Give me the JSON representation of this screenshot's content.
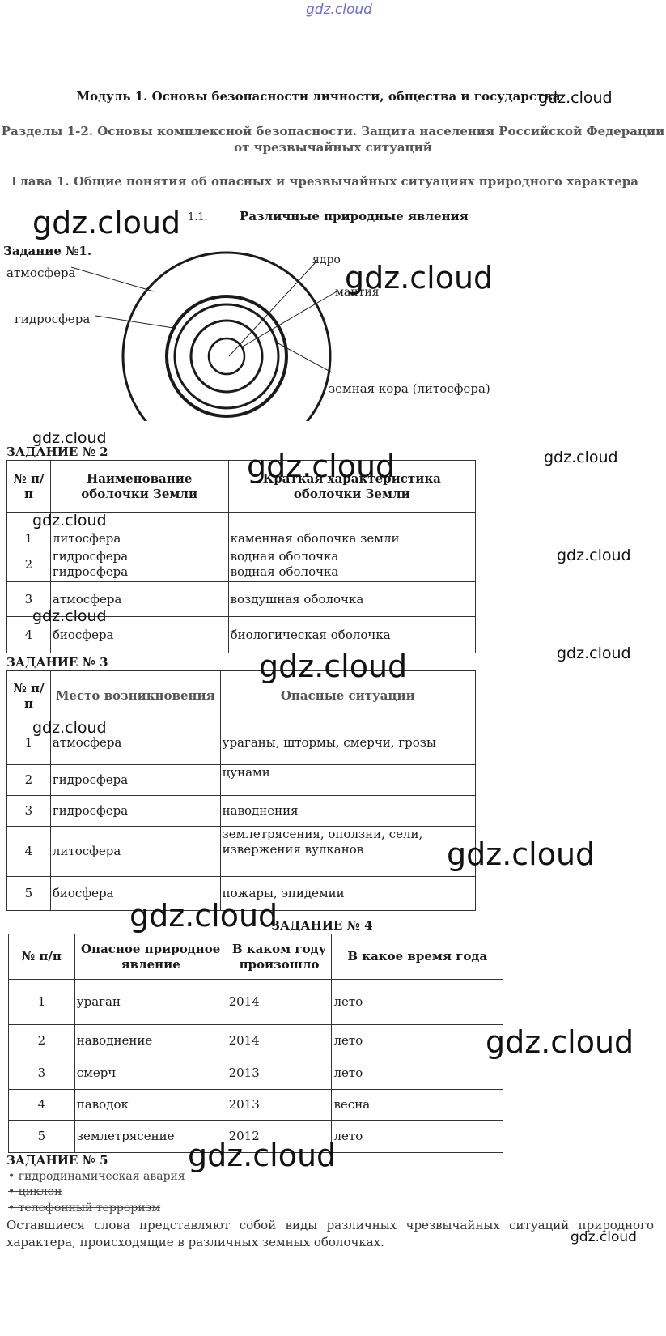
{
  "top_logo": "gdz.cloud",
  "watermark": "gdz.cloud",
  "headers": {
    "module": "Модуль 1. Основы безопасности личности, общества и государства",
    "section_line1": "Разделы 1-2. Основы комплексной безопасности. Защита населения Российской Федерации",
    "section_line2": "от чрезвычайных ситуаций",
    "chapter": "Глава 1. Общие понятия об опасных и чрезвычайных ситуациях природного характера",
    "subsection_num": "1.1.",
    "subsection_title": "Различные природные явления"
  },
  "task1": {
    "title": "Задание №1.",
    "labels": {
      "atmosphere": "атмосфера",
      "hydrosphere": "гидросфера",
      "core": "ядро",
      "mantle": "мантия",
      "crust": "земная кора (литосфера)"
    }
  },
  "task2": {
    "title": "ЗАДАНИЕ № 2",
    "headers": [
      "№ п/п",
      "Наименование оболочки Земли",
      "Краткая характеристика оболочки Земли"
    ],
    "rows": [
      {
        "num": "1",
        "name": "литосфера",
        "desc": "каменная оболочка земли"
      },
      {
        "num": "2",
        "name": "гидросфера",
        "name2": "гидросфера",
        "desc": "водная оболочка",
        "desc2": "водная оболочка"
      },
      {
        "num": "3",
        "name": "атмосфера",
        "desc": "воздушная оболочка"
      },
      {
        "num": "4",
        "name": "биосфера",
        "desc": "биологическая оболочка"
      }
    ]
  },
  "task3": {
    "title": "ЗАДАНИЕ № 3",
    "headers": [
      "№ п/п",
      "Место возникновения",
      "Опасные ситуации"
    ],
    "rows": [
      {
        "num": "1",
        "place": "атмосфера",
        "danger": "ураганы, штормы, смерчи, грозы"
      },
      {
        "num": "2",
        "place": "гидросфера",
        "danger": "цунами"
      },
      {
        "num": "3",
        "place": "гидросфера",
        "danger": "наводнения"
      },
      {
        "num": "4",
        "place": "литосфера",
        "danger": "землетрясения, оползни, сели,",
        "danger2": "извержения вулканов"
      },
      {
        "num": "5",
        "place": "биосфера",
        "danger": "пожары, эпидемии"
      }
    ]
  },
  "task4": {
    "title": "ЗАДАНИЕ № 4",
    "headers": [
      "№ п/п",
      "Опасное природное явление",
      "В каком году произошло",
      "В какое время года"
    ],
    "rows": [
      {
        "num": "1",
        "event": "ураган",
        "year": "2014",
        "season": "лето"
      },
      {
        "num": "2",
        "event": "наводнение",
        "year": "2014",
        "season": "лето"
      },
      {
        "num": "3",
        "event": "смерч",
        "year": "2013",
        "season": "лето"
      },
      {
        "num": "4",
        "event": "паводок",
        "year": "2013",
        "season": "весна"
      },
      {
        "num": "5",
        "event": "землетрясение",
        "year": "2012",
        "season": "лето"
      }
    ]
  },
  "task5": {
    "title": "ЗАДАНИЕ № 5",
    "struck": [
      "• гидродинамическая авария",
      "• циклон",
      "• телефонный терроризм"
    ],
    "paragraph": "Оставшиеся слова представляют собой виды различных чрезвычайных ситуаций природного характера, происходящие в различных земных оболочках."
  }
}
